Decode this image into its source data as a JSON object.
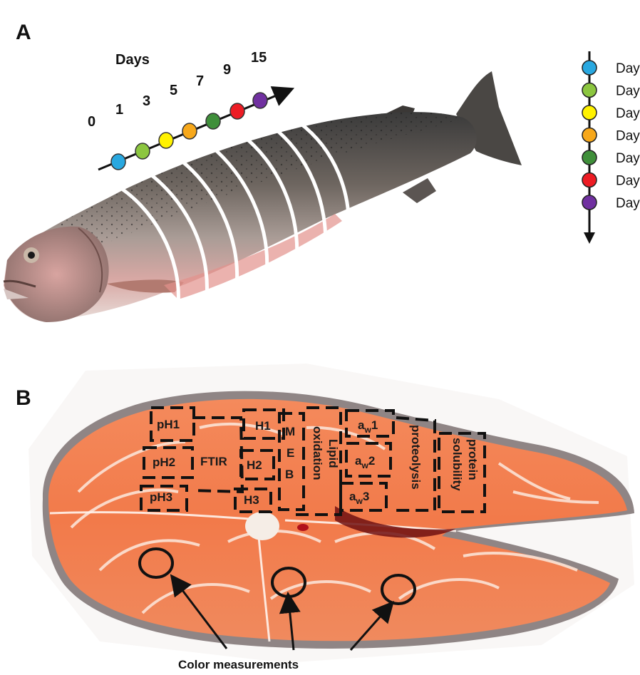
{
  "panel_a": {
    "label": "A",
    "axis_title": "Days",
    "days": [
      "0",
      "1",
      "3",
      "5",
      "7",
      "9",
      "15"
    ],
    "point_colors": [
      "#29a8e0",
      "#8cc63f",
      "#fff200",
      "#f7a81b",
      "#3f8f3a",
      "#ed1c24",
      "#7030a0"
    ],
    "legend_items": [
      {
        "text": "Day",
        "color": "#29a8e0"
      },
      {
        "text": "Day",
        "color": "#8cc63f"
      },
      {
        "text": "Day",
        "color": "#fff200"
      },
      {
        "text": "Day",
        "color": "#f7a81b"
      },
      {
        "text": "Day",
        "color": "#3f8f3a"
      },
      {
        "text": "Day",
        "color": "#ed1c24"
      },
      {
        "text": "Day",
        "color": "#7030a0"
      }
    ]
  },
  "panel_b": {
    "label": "B",
    "regions": {
      "ph1": "pH1",
      "ph2": "pH2",
      "ph3": "pH3",
      "ftir": "FTIR",
      "h1": "H1",
      "h2": "H2",
      "h3": "H3",
      "m": "M",
      "e": "E",
      "b": "B",
      "lipid": "Lipid",
      "oxidation": "oxidation",
      "aw": "a",
      "aw_sub": "w",
      "aw1": "1",
      "aw2": "2",
      "aw3": "3",
      "proteolysis": "proteolysis",
      "protein": "protein",
      "solubility": "solubility"
    },
    "caption": "Color measurements"
  }
}
